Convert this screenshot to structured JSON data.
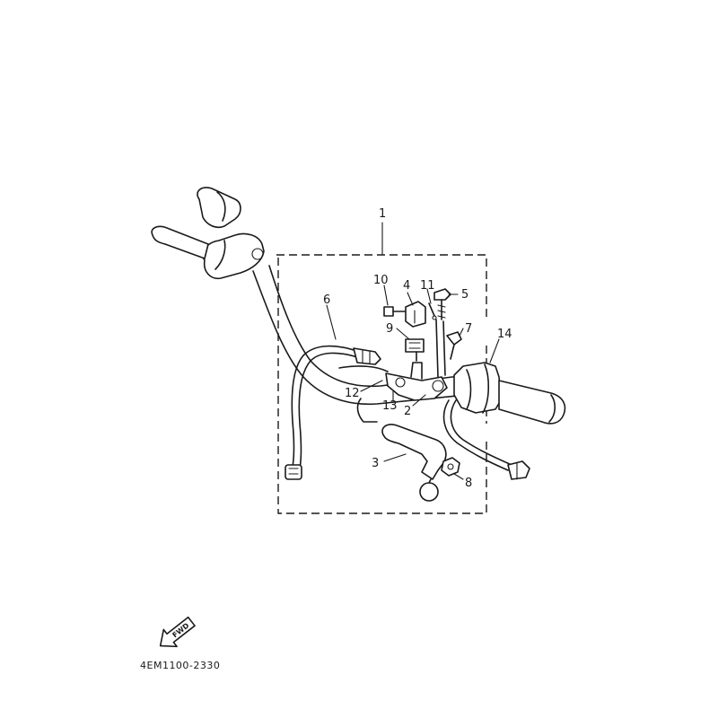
{
  "callouts": [
    {
      "id": "1",
      "label": "1"
    },
    {
      "id": "2",
      "label": "2"
    },
    {
      "id": "3",
      "label": "3"
    },
    {
      "id": "4",
      "label": "4"
    },
    {
      "id": "5",
      "label": "5"
    },
    {
      "id": "6",
      "label": "6"
    },
    {
      "id": "7",
      "label": "7"
    },
    {
      "id": "8",
      "label": "8"
    },
    {
      "id": "9",
      "label": "9"
    },
    {
      "id": "10",
      "label": "10"
    },
    {
      "id": "11",
      "label": "11"
    },
    {
      "id": "12",
      "label": "12"
    },
    {
      "id": "13",
      "label": "13"
    },
    {
      "id": "14",
      "label": "14"
    }
  ],
  "direction_marker": {
    "text": "FWD"
  },
  "drawing_code": "4EM1100-2330"
}
